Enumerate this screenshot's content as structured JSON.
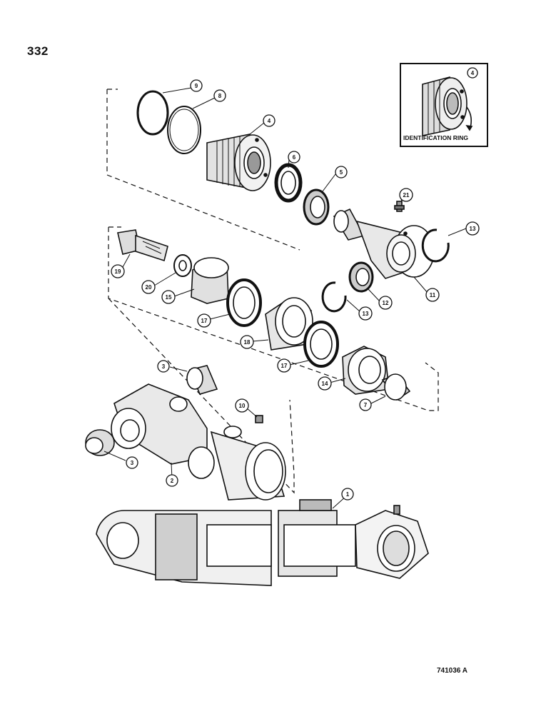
{
  "page": {
    "number": "332",
    "drawing_ref": "741036 A"
  },
  "inset": {
    "label": "IDENTIFICATION RING",
    "callout": "4"
  },
  "callouts": [
    {
      "id": "c9",
      "label": "9"
    },
    {
      "id": "c8",
      "label": "8"
    },
    {
      "id": "c4",
      "label": "4"
    },
    {
      "id": "c6",
      "label": "6"
    },
    {
      "id": "c5",
      "label": "5"
    },
    {
      "id": "c21",
      "label": "21"
    },
    {
      "id": "c13a",
      "label": "13"
    },
    {
      "id": "c19",
      "label": "19"
    },
    {
      "id": "c20",
      "label": "20"
    },
    {
      "id": "c15",
      "label": "15"
    },
    {
      "id": "c17a",
      "label": "17"
    },
    {
      "id": "c11",
      "label": "11"
    },
    {
      "id": "c12",
      "label": "12"
    },
    {
      "id": "c13b",
      "label": "13"
    },
    {
      "id": "c18",
      "label": "18"
    },
    {
      "id": "c17b",
      "label": "17"
    },
    {
      "id": "c14",
      "label": "14"
    },
    {
      "id": "c7",
      "label": "7"
    },
    {
      "id": "c3a",
      "label": "3"
    },
    {
      "id": "c10",
      "label": "10"
    },
    {
      "id": "c3b",
      "label": "3"
    },
    {
      "id": "c2",
      "label": "2"
    },
    {
      "id": "c1",
      "label": "1"
    }
  ]
}
